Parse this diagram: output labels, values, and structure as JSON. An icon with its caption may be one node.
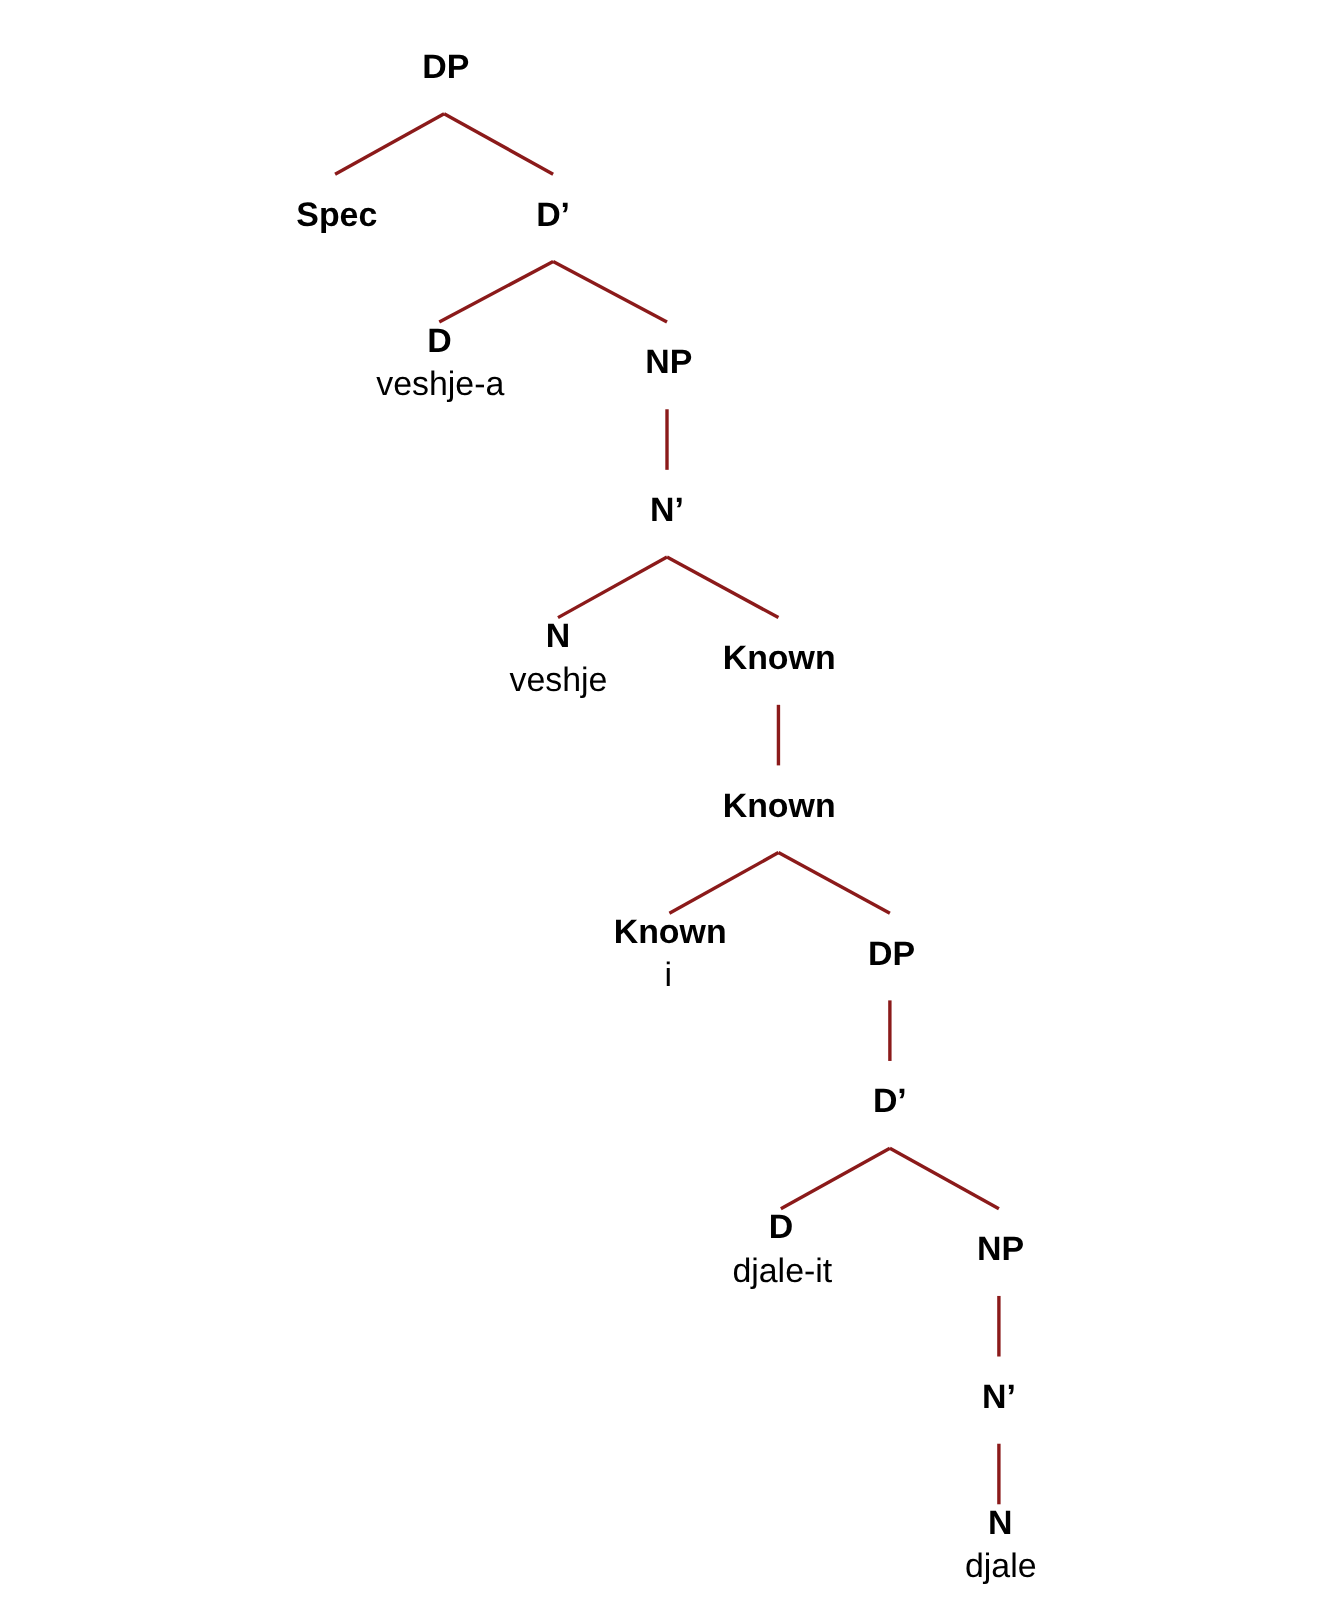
{
  "diagram": {
    "nodes": [
      {
        "text": [
          "DP"
        ]
      },
      {
        "text": [
          "Spec"
        ]
      },
      {
        "text": [
          "D’"
        ]
      },
      {
        "text": [
          "D",
          "veshje-a"
        ]
      },
      {
        "text": [
          "NP"
        ]
      },
      {
        "text": [
          "N’"
        ]
      },
      {
        "text": [
          "N",
          "veshje"
        ]
      },
      {
        "text": [
          "Known"
        ]
      },
      {
        "text": [
          "Known"
        ]
      },
      {
        "text": [
          "Known",
          "i"
        ]
      },
      {
        "text": [
          "DP"
        ]
      },
      {
        "text": [
          "D’"
        ]
      },
      {
        "text": [
          "D",
          "djale-it"
        ]
      },
      {
        "text": [
          "NP"
        ]
      },
      {
        "text": [
          "N’"
        ]
      },
      {
        "text": [
          "N",
          "djale"
        ]
      }
    ],
    "edges": [
      {
        "from": 0,
        "to": 1,
        "arrow": "none"
      },
      {
        "from": 0,
        "to": 2,
        "arrow": "none"
      },
      {
        "from": 2,
        "to": 3,
        "arrow": "none"
      },
      {
        "from": 2,
        "to": 4,
        "arrow": "none"
      },
      {
        "from": 4,
        "to": 5,
        "arrow": "none"
      },
      {
        "from": 5,
        "to": 6,
        "arrow": "none"
      },
      {
        "from": 5,
        "to": 7,
        "arrow": "none"
      },
      {
        "from": 7,
        "to": 8,
        "arrow": "none"
      },
      {
        "from": 8,
        "to": 9,
        "arrow": "none"
      },
      {
        "from": 8,
        "to": 10,
        "arrow": "none"
      },
      {
        "from": 10,
        "to": 11,
        "arrow": "none"
      },
      {
        "from": 11,
        "to": 12,
        "arrow": "none"
      },
      {
        "from": 11,
        "to": 13,
        "arrow": "none"
      },
      {
        "from": 13,
        "to": 14,
        "arrow": "none"
      },
      {
        "from": 14,
        "to": 15,
        "arrow": "none"
      }
    ]
  }
}
